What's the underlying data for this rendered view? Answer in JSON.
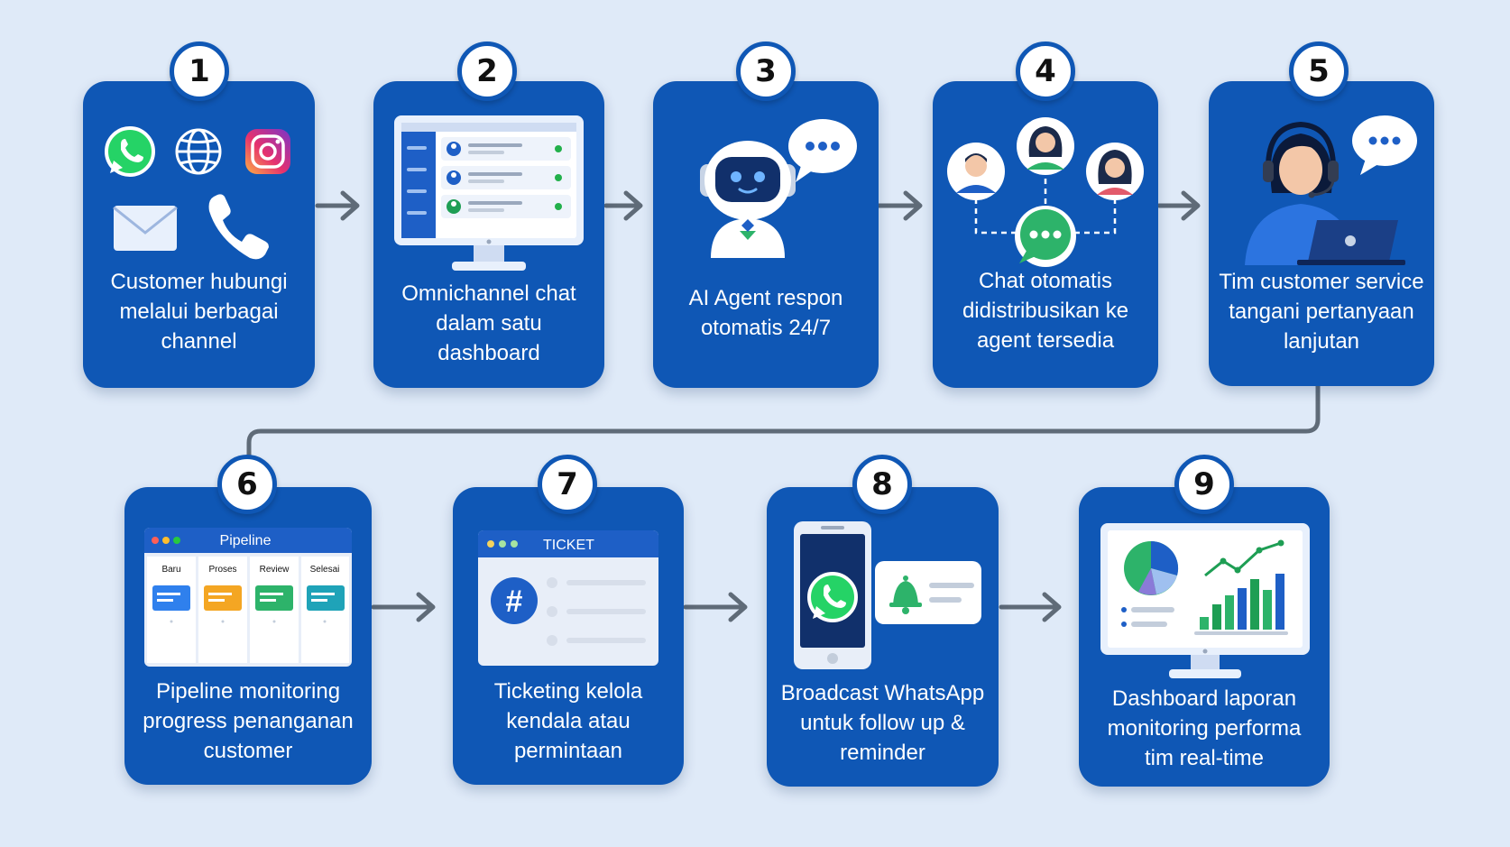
{
  "steps": [
    {
      "number": "1",
      "label": "Customer hubungi\nmelalui berbagai\nchannel",
      "icons": [
        "whatsapp-icon",
        "globe-icon",
        "instagram-icon",
        "email-icon",
        "phone-icon"
      ]
    },
    {
      "number": "2",
      "label": "Omnichannel chat\ndalam satu\ndashboard",
      "icons": [
        "monitor-icon"
      ]
    },
    {
      "number": "3",
      "label": "AI Agent respon\notomatis 24/7",
      "icons": [
        "robot-icon",
        "chat-bubble-icon"
      ]
    },
    {
      "number": "4",
      "label": "Chat otomatis\ndidistribusikan ke\nagent tersedia",
      "icons": [
        "agent-avatar-icon",
        "chat-bubble-icon"
      ]
    },
    {
      "number": "5",
      "label": "Tim customer service\ntangani pertanyaan\nlanjutan",
      "icons": [
        "headset-agent-icon",
        "laptop-icon",
        "chat-bubble-icon"
      ]
    },
    {
      "number": "6",
      "label": "Pipeline monitoring\nprogress penanganan\ncustomer",
      "icons": [
        "pipeline-board-icon"
      ],
      "window_title": "Pipeline",
      "columns": [
        "Baru",
        "Proses",
        "Review",
        "Selesai"
      ]
    },
    {
      "number": "7",
      "label": "Ticketing kelola\nkendala atau\npermintaan",
      "icons": [
        "ticket-window-icon",
        "hash-icon"
      ],
      "window_title": "TICKET"
    },
    {
      "number": "8",
      "label": "Broadcast WhatsApp\nuntuk follow up &\nreminder",
      "icons": [
        "smartphone-icon",
        "whatsapp-icon",
        "bell-icon"
      ]
    },
    {
      "number": "9",
      "label": "Dashboard laporan\nmonitoring performa\ntim real-time",
      "icons": [
        "pie-chart-icon",
        "bar-chart-icon",
        "monitor-icon"
      ]
    }
  ],
  "colors": {
    "background": "#dfeaf8",
    "card": "#0f57b5",
    "connector": "#5f6b78",
    "whatsapp": "#25d366",
    "badge_text": "#111111"
  }
}
